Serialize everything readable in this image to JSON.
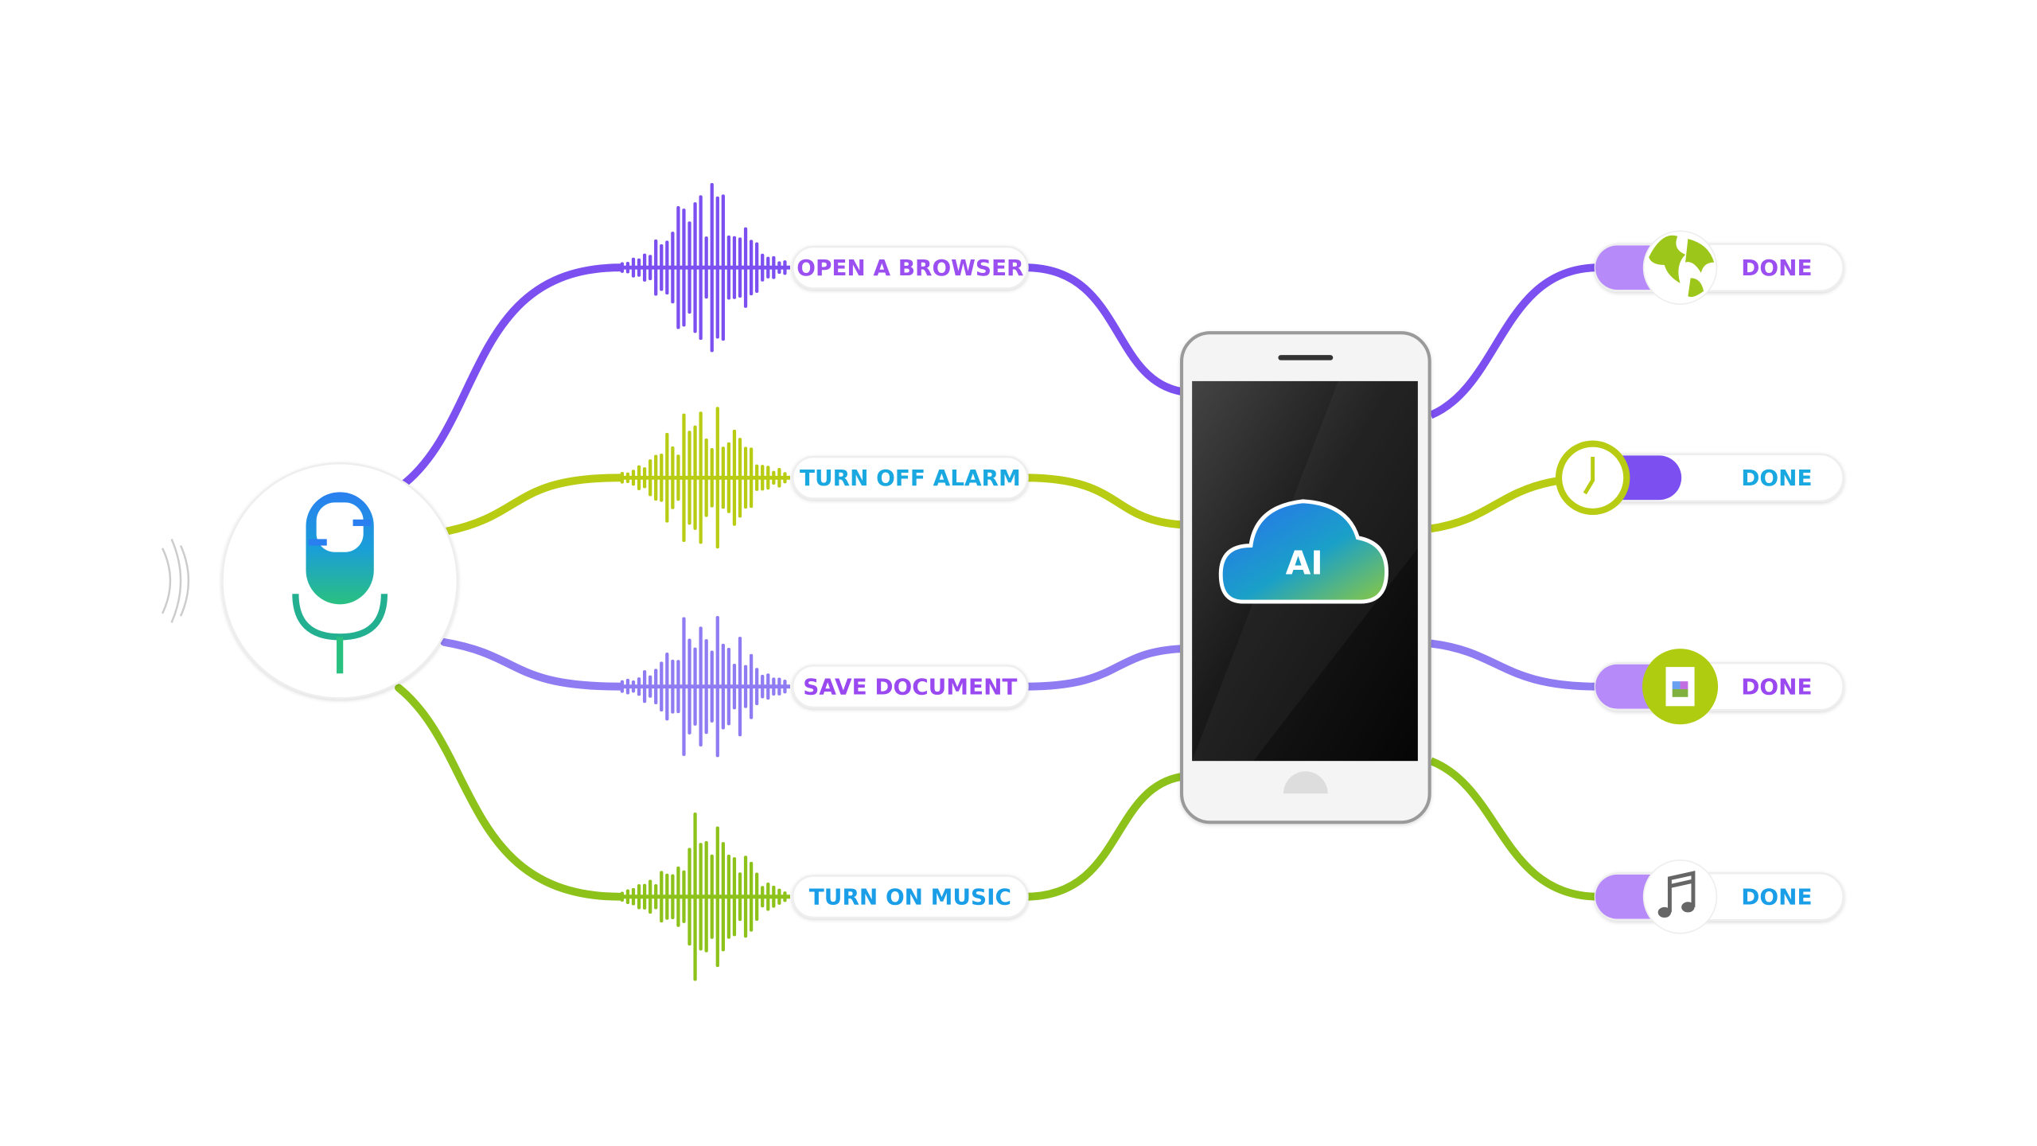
{
  "colors": {
    "purple": "#7b4ff0",
    "lime": "#b8cc14",
    "lavender": "#8f7cf2",
    "green": "#8cc21a",
    "cyan": "#1aa8e0",
    "blue": "#1a9ee8",
    "violet": "#9a48f0"
  },
  "input": {
    "icon": "microphone-icon"
  },
  "center": {
    "label": "AI",
    "icon": "cloud-icon",
    "device": "smartphone"
  },
  "commands": [
    {
      "label": "OPEN A BROWSER",
      "text_color": "#9b4ff0",
      "line_color": "#7b4ff0",
      "result": "DONE",
      "result_color": "#9b4ff0",
      "result_icon": "globe-icon"
    },
    {
      "label": "TURN OFF ALARM",
      "text_color": "#1aa8e0",
      "line_color": "#b8cc14",
      "result": "DONE",
      "result_color": "#1aa8e0",
      "result_icon": "clock-icon"
    },
    {
      "label": "SAVE DOCUMENT",
      "text_color": "#9a48f0",
      "line_color": "#8f7cf2",
      "result": "DONE",
      "result_color": "#9a48f0",
      "result_icon": "document-icon"
    },
    {
      "label": "TURN ON MUSIC",
      "text_color": "#1a9ee8",
      "line_color": "#8cc21a",
      "result": "DONE",
      "result_color": "#1a9ee8",
      "result_icon": "music-note-icon"
    }
  ]
}
